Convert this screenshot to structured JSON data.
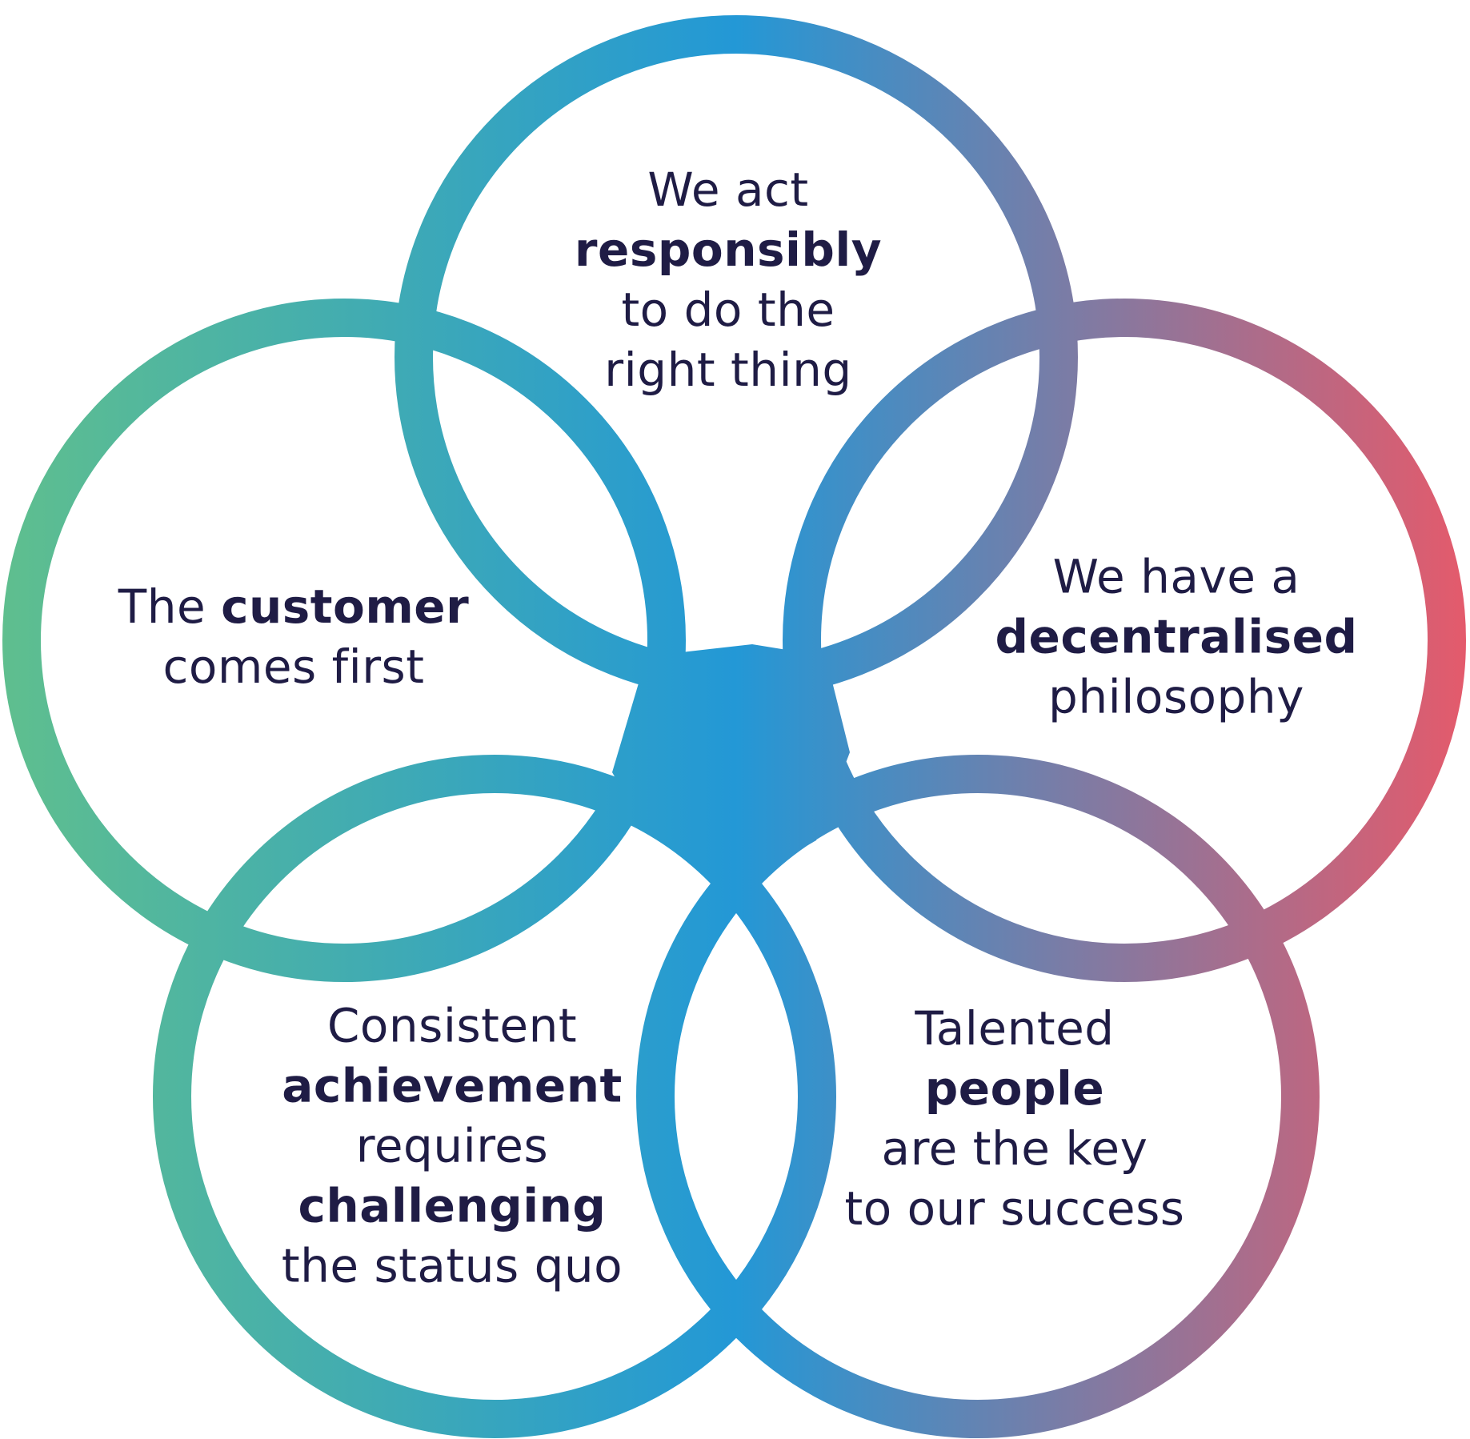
{
  "colors": {
    "gradient_left": "#5fbf8e",
    "gradient_middle": "#2398d6",
    "gradient_right": "#e55a6b",
    "text": "#1f1c45",
    "background": "#ffffff"
  },
  "values": [
    {
      "id": "top",
      "lines": [
        {
          "pre": "We act",
          "bold": "",
          "post": ""
        },
        {
          "pre": "",
          "bold": "responsibly",
          "post": ""
        },
        {
          "pre": "to do the",
          "bold": "",
          "post": ""
        },
        {
          "pre": "right thing",
          "bold": "",
          "post": ""
        }
      ]
    },
    {
      "id": "left",
      "lines": [
        {
          "pre": "The ",
          "bold": "customer",
          "post": ""
        },
        {
          "pre": "comes first",
          "bold": "",
          "post": ""
        }
      ]
    },
    {
      "id": "right",
      "lines": [
        {
          "pre": "We have a",
          "bold": "",
          "post": ""
        },
        {
          "pre": "",
          "bold": "decentralised",
          "post": ""
        },
        {
          "pre": "philosophy",
          "bold": "",
          "post": ""
        }
      ]
    },
    {
      "id": "bottom-left",
      "lines": [
        {
          "pre": "Consistent",
          "bold": "",
          "post": ""
        },
        {
          "pre": "",
          "bold": "achievement",
          "post": ""
        },
        {
          "pre": "requires",
          "bold": "",
          "post": ""
        },
        {
          "pre": "",
          "bold": "challenging",
          "post": ""
        },
        {
          "pre": "the status quo",
          "bold": "",
          "post": ""
        }
      ]
    },
    {
      "id": "bottom-right",
      "lines": [
        {
          "pre": "Talented",
          "bold": "",
          "post": ""
        },
        {
          "pre": "",
          "bold": "people",
          "post": ""
        },
        {
          "pre": "are the key",
          "bold": "",
          "post": ""
        },
        {
          "pre": "to our success",
          "bold": "",
          "post": ""
        }
      ]
    }
  ]
}
